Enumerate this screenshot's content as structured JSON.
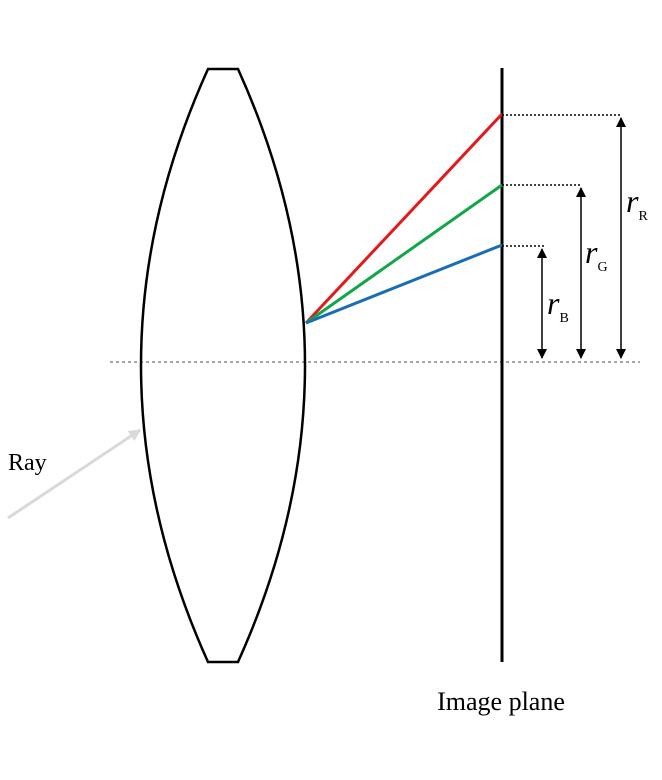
{
  "labels": {
    "ray": "Ray",
    "image_plane": "Image plane",
    "radius_symbol": "r",
    "sub_red": "R",
    "sub_green": "G",
    "sub_blue": "B"
  },
  "colors": {
    "red_ray": "#e3191c",
    "green_ray": "#12a64a",
    "blue_ray": "#1a6db3",
    "incident_ray": "#d9d9d9",
    "optical_axis": "#a6a6a6",
    "outline": "#000000"
  }
}
